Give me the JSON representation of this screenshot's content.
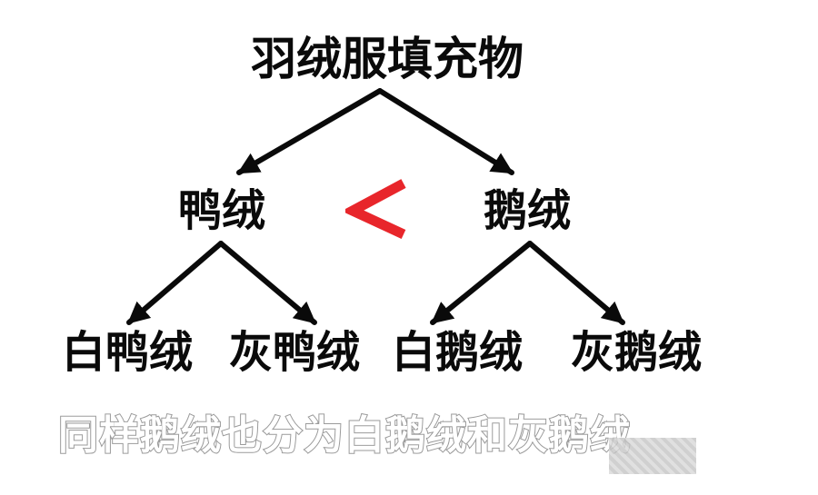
{
  "diagram": {
    "root": "羽绒服填充物",
    "duck": "鸭绒",
    "goose": "鹅绒",
    "comparison_color": "#e8262b",
    "leaves": [
      "白鸭绒",
      "灰鸭绒",
      "白鹅绒",
      "灰鹅绒"
    ]
  },
  "caption": "同样鹅绒也分为白鹅绒和灰鹅绒"
}
